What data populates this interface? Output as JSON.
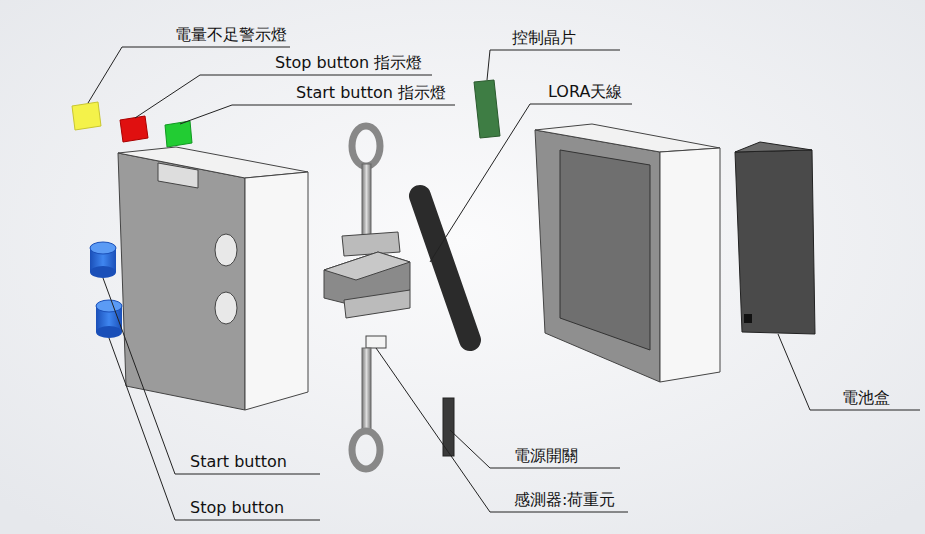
{
  "diagram": {
    "labels": [
      "電量不足警示燈",
      "Stop button 指示燈",
      "Start button 指示燈",
      "控制晶片",
      "LORA天線",
      "電池盒",
      "Start button",
      "Stop button",
      "電源開關",
      "感測器:荷重元"
    ]
  }
}
